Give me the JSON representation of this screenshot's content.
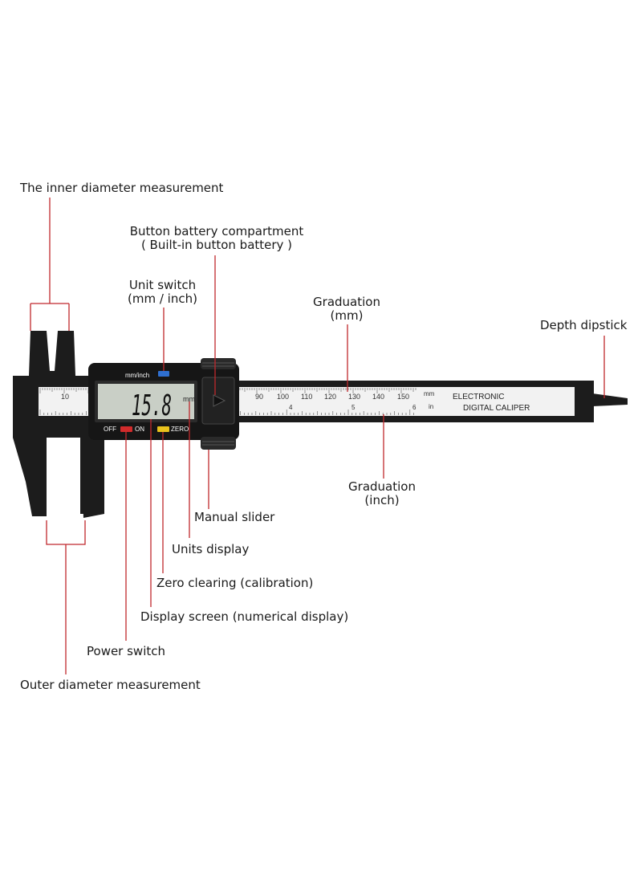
{
  "labels": {
    "inner_diameter": "The inner diameter measurement",
    "battery_line1": "Button battery compartment",
    "battery_line2": "( Built-in button battery )",
    "unit_switch_line1": "Unit switch",
    "unit_switch_line2": "(mm / inch)",
    "graduation_mm_line1": "Graduation",
    "graduation_mm_line2": "(mm)",
    "depth_dipstick": "Depth dipstick",
    "graduation_inch_line1": "Graduation",
    "graduation_inch_line2": "(inch)",
    "manual_slider": "Manual slider",
    "units_display": "Units display",
    "zero_clearing": "Zero clearing (calibration)",
    "display_screen": "Display screen (numerical display)",
    "power_switch": "Power switch",
    "outer_diameter": "Outer diameter measurement"
  },
  "device": {
    "unit_button_label": "mm/inch",
    "reading": "15.8",
    "reading_unit": "mm",
    "off_label": "OFF",
    "on_label": "ON",
    "zero_label": "ZERO",
    "brand_line1": "ELECTRONIC",
    "brand_line2": "DIGITAL CALIPER",
    "scale_mm_unit": "mm",
    "scale_in_unit": "in",
    "jaw_scale_label": "10",
    "mm_ticks": [
      "90",
      "100",
      "110",
      "120",
      "130",
      "140",
      "150"
    ],
    "inch_ticks": [
      "4",
      "5",
      "6"
    ]
  },
  "colors": {
    "leader_line": "#c0282d",
    "caliper_body": "#1c1c1c",
    "scale_face": "#f2f2f2",
    "lcd": "#c9cfc6",
    "on_button": "#d22b2b",
    "zero_button": "#e8c21c",
    "unit_button": "#2f6fd0"
  }
}
